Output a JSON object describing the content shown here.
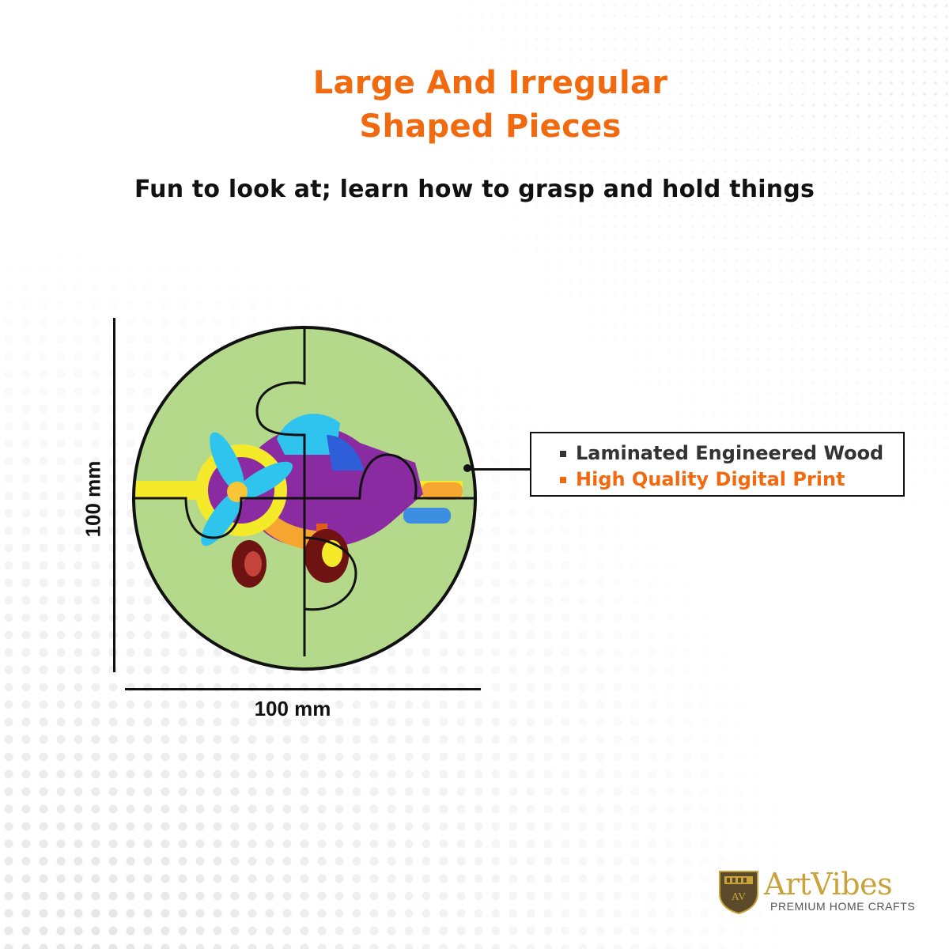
{
  "heading": {
    "line1": "Large And Irregular",
    "line2": "Shaped Pieces"
  },
  "subheading": "Fun to look at; learn how to grasp and hold things",
  "dimensions": {
    "height_label": "100 mm",
    "width_label": "100 mm"
  },
  "specs": {
    "material": "Laminated Engineered Wood",
    "print": "High Quality Digital Print"
  },
  "brand": {
    "name": "ArtVibes",
    "tagline": "PREMIUM HOME CRAFTS",
    "monogram": "AV"
  },
  "colors": {
    "accent": "#f26a10",
    "puzzle_bg": "#b5d98a",
    "brand_gold": "#c9a23a"
  },
  "illustration": {
    "subject": "airplane-icon",
    "puzzle_pieces": 4
  }
}
